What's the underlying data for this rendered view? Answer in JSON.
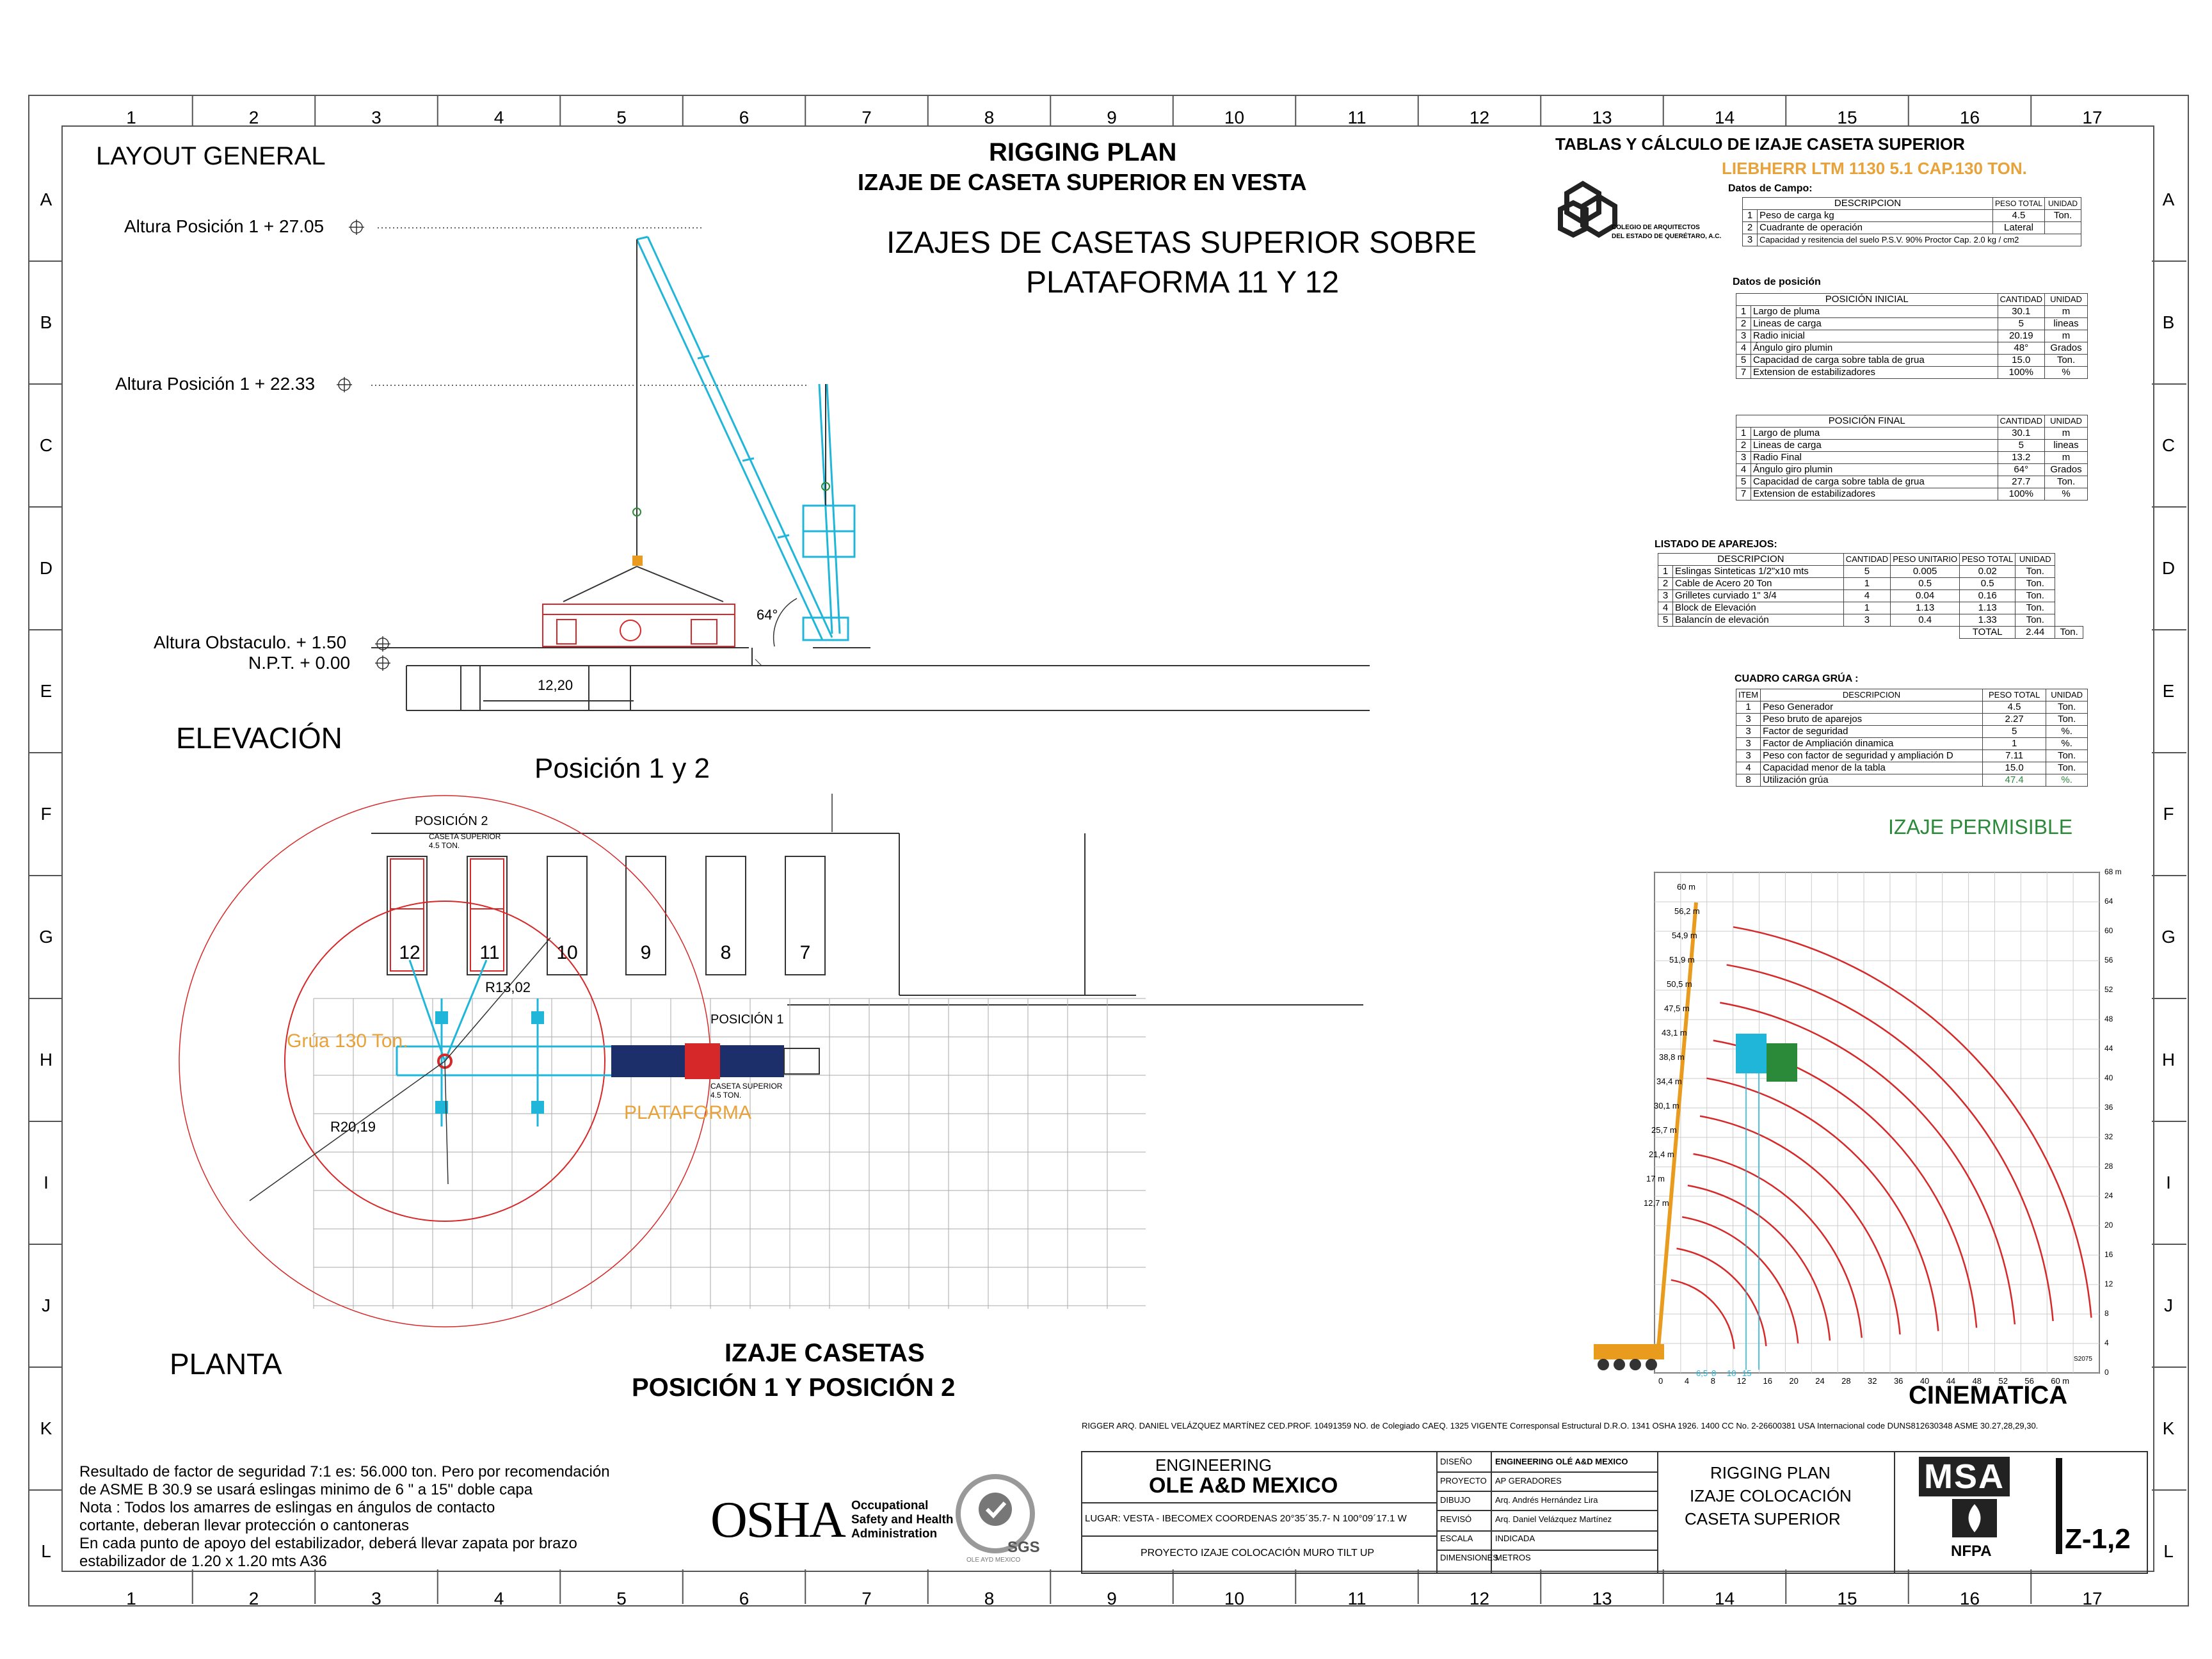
{
  "grid": {
    "columns": [
      "1",
      "2",
      "3",
      "4",
      "5",
      "6",
      "7",
      "8",
      "9",
      "10",
      "11",
      "12",
      "13",
      "14",
      "15",
      "16",
      "17"
    ],
    "rows": [
      "A",
      "B",
      "C",
      "D",
      "E",
      "F",
      "G",
      "H",
      "I",
      "J",
      "K",
      "L"
    ]
  },
  "titles": {
    "layout": "LAYOUT GENERAL",
    "rigging": "RIGGING PLAN",
    "rigging_sub": "IZAJE DE  CASETA SUPERIOR EN VESTA",
    "izajes_line1": "IZAJES DE CASETAS SUPERIOR SOBRE",
    "izajes_line2": "PLATAFORMA 11 Y 12",
    "elevacion": "ELEVACIÓN",
    "posicion12": "Posición 1 y 2",
    "planta": "PLANTA",
    "izaje_casetas_1": "IZAJE CASETAS",
    "izaje_casetas_2": "POSICIÓN 1 Y POSICIÓN 2",
    "tablas": "TABLAS Y CÁLCULO DE IZAJE CASETA SUPERIOR",
    "crane_model": "LIEBHERR LTM 1130  5.1  CAP.130 TON.",
    "cinematica": "CINEMATICA",
    "izaje_permisible": "IZAJE PERMISIBLE"
  },
  "elevation": {
    "altura1": "Altura Posición 1  + 27.05",
    "altura2": "Altura Posición 1  + 22.33",
    "obstaculo": "Altura Obstaculo. + 1.50",
    "npt": "N.P.T. + 0.00",
    "dim": "12,20",
    "angle": "64°"
  },
  "plan": {
    "posicion2": "POSICIÓN 2",
    "caseta_sup": "CASETA SUPERIOR",
    "caseta_ton": "4.5 TON.",
    "posicion1": "POSICIÓN 1",
    "grua": "Grúa 130 Ton.",
    "plataforma": "PLATAFORMA",
    "r13": "R13,02",
    "r20": "R20,19",
    "bays": [
      "12",
      "11",
      "10",
      "9",
      "8",
      "7"
    ]
  },
  "colegio": {
    "line1": "COLEGIO DE ARQUITECTOS",
    "line2": "DEL ESTADO DE QUERÉTARO, A.C."
  },
  "datos_campo": {
    "title": "Datos de Campo:",
    "headers": [
      "DESCRIPCION",
      "PESO TOTAL",
      "UNIDAD"
    ],
    "rows": [
      [
        "1",
        "Peso de carga kg",
        "4.5",
        "Ton."
      ],
      [
        "2",
        "Cuadrante de operación",
        "Lateral",
        ""
      ],
      [
        "3",
        "Capacidad y resitencia del suelo  P.S.V.  90%  Proctor Cap. 2.0 kg / cm2",
        "",
        ""
      ]
    ]
  },
  "datos_posicion": {
    "title": "Datos de  posición",
    "inicial_header": [
      "POSICIÓN INICIAL",
      "CANTIDAD",
      "UNIDAD"
    ],
    "inicial": [
      [
        "1",
        "Largo de pluma",
        "30.1",
        "m"
      ],
      [
        "2",
        "Lineas de carga",
        "5",
        "lineas"
      ],
      [
        "3",
        "Radio inicial",
        "20.19",
        "m"
      ],
      [
        "4",
        "Ángulo giro plumin",
        "48°",
        "Grados"
      ],
      [
        "5",
        "Capacidad de carga sobre tabla de grua",
        "15.0",
        "Ton."
      ],
      [
        "7",
        "Extension de estabilizadores",
        "100%",
        "%"
      ]
    ],
    "final_header": [
      "POSICIÓN FINAL",
      "CANTIDAD",
      "UNIDAD"
    ],
    "final": [
      [
        "1",
        "Largo de pluma",
        "30.1",
        "m"
      ],
      [
        "2",
        "Lineas de carga",
        "5",
        "lineas"
      ],
      [
        "3",
        "Radio Final",
        "13.2",
        "m"
      ],
      [
        "4",
        "Ángulo giro plumin",
        "64°",
        "Grados"
      ],
      [
        "5",
        "Capacidad de carga sobre tabla de grua",
        "27.7",
        "Ton."
      ],
      [
        "7",
        "Extension de estabilizadores",
        "100%",
        "%"
      ]
    ]
  },
  "aparejos": {
    "title": "LISTADO DE APAREJOS:",
    "headers": [
      "DESCRIPCION",
      "CANTIDAD",
      "PESO UNITARIO",
      "PESO TOTAL",
      "UNIDAD"
    ],
    "rows": [
      [
        "1",
        "Eslingas Sinteticas 1/2\"x10 mts",
        "5",
        "0.005",
        "0.02",
        "Ton."
      ],
      [
        "2",
        "Cable de Acero  20 Ton",
        "1",
        "0.5",
        "0.5",
        "Ton."
      ],
      [
        "3",
        "Grilletes curviado  1\" 3/4",
        "4",
        "0.04",
        "0.16",
        "Ton."
      ],
      [
        "4",
        "Block de Elevación",
        "1",
        "1.13",
        "1.13",
        "Ton."
      ],
      [
        "5",
        "Balancín de elevación",
        "3",
        "0.4",
        "1.33",
        "Ton."
      ]
    ],
    "total_label": "TOTAL",
    "total": "2.44",
    "total_unit": "Ton."
  },
  "cuadro": {
    "title": "CUADRO CARGA GRÚA :",
    "headers": [
      "ITEM",
      "DESCRIPCION",
      "PESO TOTAL",
      "UNIDAD"
    ],
    "rows": [
      [
        "1",
        "Peso  Generador",
        "4.5",
        "Ton."
      ],
      [
        "3",
        "Peso bruto de aparejos",
        "2.27",
        "Ton."
      ],
      [
        "3",
        "Factor de seguridad",
        "5",
        "%."
      ],
      [
        "3",
        "Factor de Ampliación dinamica",
        "1",
        "%."
      ],
      [
        "3",
        "Peso con factor de seguridad y ampliación D",
        "7.11",
        "Ton."
      ],
      [
        "4",
        "Capacidad  menor de la tabla",
        "15.0",
        "Ton."
      ],
      [
        "8",
        "Utilización grúa",
        "47.4",
        "%."
      ]
    ]
  },
  "cinematica_chart": {
    "y_ticks": [
      "0",
      "4",
      "8",
      "12",
      "16",
      "20",
      "24",
      "28",
      "32",
      "36",
      "40",
      "44",
      "48",
      "52",
      "56",
      "60",
      "64",
      "68 m"
    ],
    "x_ticks": [
      "0",
      "4",
      "8",
      "12",
      "16",
      "20",
      "24",
      "28",
      "32",
      "36",
      "40",
      "44",
      "48",
      "52",
      "56",
      "60 m"
    ],
    "boom_labels": [
      "60 m",
      "56,2 m",
      "54,9 m",
      "51,9 m",
      "50,5 m",
      "47,5 m",
      "43,1 m",
      "38,8 m",
      "34,4 m",
      "30,1 m",
      "25,7 m",
      "21,4 m",
      "17 m",
      "12,7 m"
    ],
    "x_highlight": [
      "6,5",
      "8",
      "10",
      "15"
    ],
    "model": "S2075"
  },
  "notes": {
    "rigger": "RIGGER   ARQ. DANIEL VELÁZQUEZ MARTÍNEZ     CED.PROF. 10491359      NO. de Colegiado CAEQ. 1325 VIGENTE    Corresponsal Estructural D.R.O. 1341      OSHA 1926. 1400 CC   No. 2-26600381 USA Internacional code DUNS812630348    ASME 30.27,28,29,30.",
    "n1": "Resultado de factor de seguridad 7:1 es: 56.000 ton.  Pero por recomendación",
    "n2": "de ASME B 30.9 se usará eslingas minimo de 6 \"  a  15\" doble capa",
    "n3": "Nota : Todos los amarres de eslingas en ángulos de contacto",
    "n4": "cortante, deberan llevar protección o cantoneras",
    "n5": "En cada punto de apoyo del estabilizador, deberá llevar zapata por brazo",
    "n6": "estabilizador de 1.20 x 1.20 mts A36"
  },
  "osha": {
    "logo": "OSHA",
    "l1": "Occupational",
    "l2": "Safety and Health",
    "l3": "Administration",
    "sgs": "SGS",
    "sgs_sub": "OLE AYD MEXICO"
  },
  "title_block": {
    "engineering": "ENGINEERING",
    "company": "OLE A&D MEXICO",
    "lugar": "LUGAR: VESTA - IBECOMEX COORDENAS 20°35´35.7- N 100°09´17.1 W",
    "proyecto_izaje": "PROYECTO IZAJE  COLOCACIÓN MURO TILT UP",
    "fields": [
      [
        "DISEÑO",
        "ENGINEERING OLÉ A&D MEXICO"
      ],
      [
        "PROYECTO",
        "AP GERADORES"
      ],
      [
        "DIBUJO",
        "Arq. Andrés Hernández  Lira"
      ],
      [
        "REVISÓ",
        "Arq. Daniel Velázquez Martínez"
      ],
      [
        "ESCALA",
        "INDICADA"
      ],
      [
        "DIMENSIONES",
        "METROS"
      ]
    ],
    "plan_1": "RIGGING PLAN",
    "plan_2": "IZAJE COLOCACIÓN",
    "plan_3": "CASETA SUPERIOR",
    "msa": "MSA",
    "nfpa": "NFPA",
    "sheet": "Z-1,2"
  },
  "colors": {
    "cyan": "#1fb6d9",
    "red": "#d62828",
    "orange": "#e8a23a",
    "green": "#2a8a3a",
    "crane_orange": "#e89b1c"
  }
}
